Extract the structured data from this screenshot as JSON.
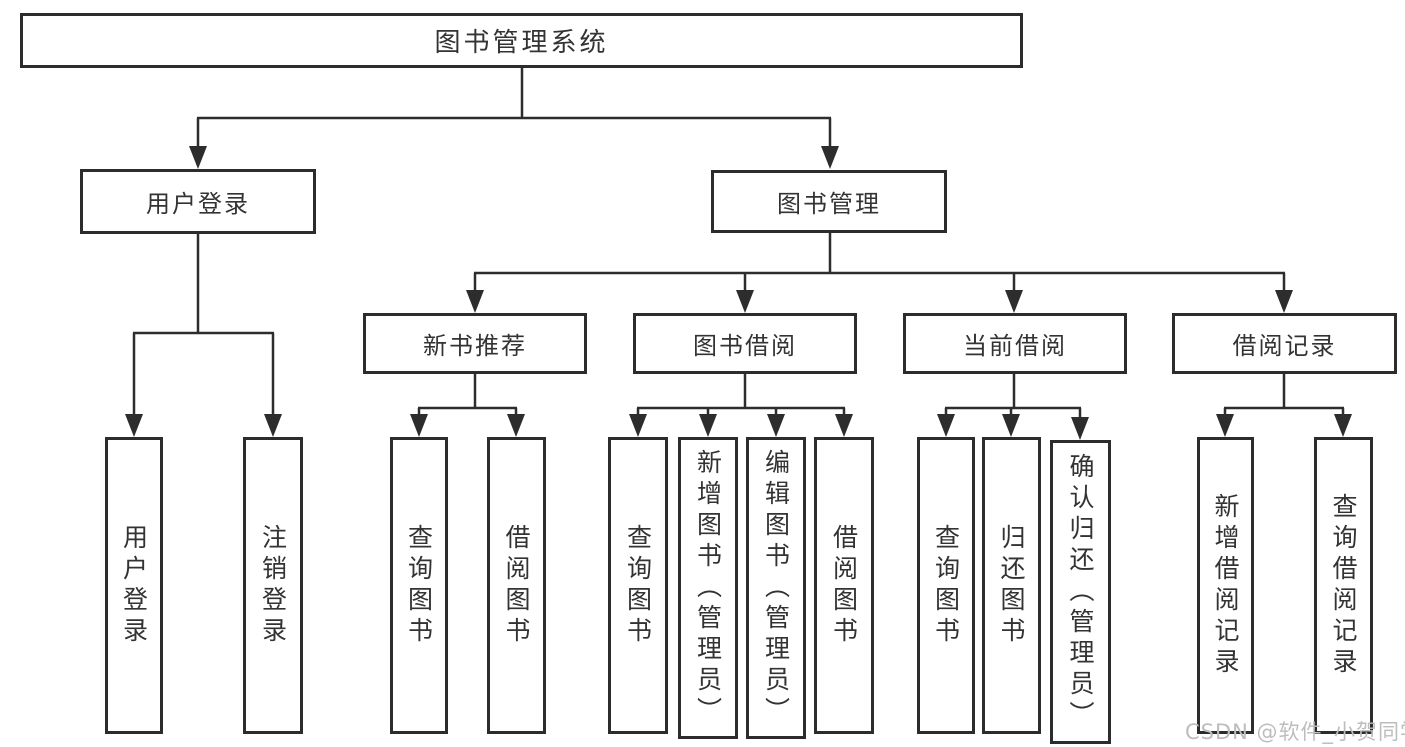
{
  "colors": {
    "background": "#ffffff",
    "line": "#2d2d2d",
    "box_border": "#2c2c2c",
    "text": "#333333",
    "watermark": "#bdbdbd"
  },
  "nodes": {
    "root": "图书管理系统",
    "login": "用户登录",
    "mgmt": "图书管理",
    "login_user": "用户登录",
    "login_logout": "注销登录",
    "newbook": "新书推荐",
    "borrow": "图书借阅",
    "current": "当前借阅",
    "records": "借阅记录",
    "newbook_query": "查询图书",
    "newbook_borrow": "借阅图书",
    "borrow_query": "查询图书",
    "borrow_add": "新增图书（管理员）",
    "borrow_edit": "编辑图书（管理员）",
    "borrow_take": "借阅图书",
    "current_query": "查询图书",
    "current_return": "归还图书",
    "current_confirm": "确认归还（管理员）",
    "records_add": "新增借阅记录",
    "records_query": "查询借阅记录"
  },
  "structure": {
    "图书管理系统": {
      "用户登录": [
        "用户登录",
        "注销登录"
      ],
      "图书管理": {
        "新书推荐": [
          "查询图书",
          "借阅图书"
        ],
        "图书借阅": [
          "查询图书",
          "新增图书（管理员）",
          "编辑图书（管理员）",
          "借阅图书"
        ],
        "当前借阅": [
          "查询图书",
          "归还图书",
          "确认归还（管理员）"
        ],
        "借阅记录": [
          "新增借阅记录",
          "查询借阅记录"
        ]
      }
    }
  },
  "watermark": "CSDN @软件_小贺同学"
}
